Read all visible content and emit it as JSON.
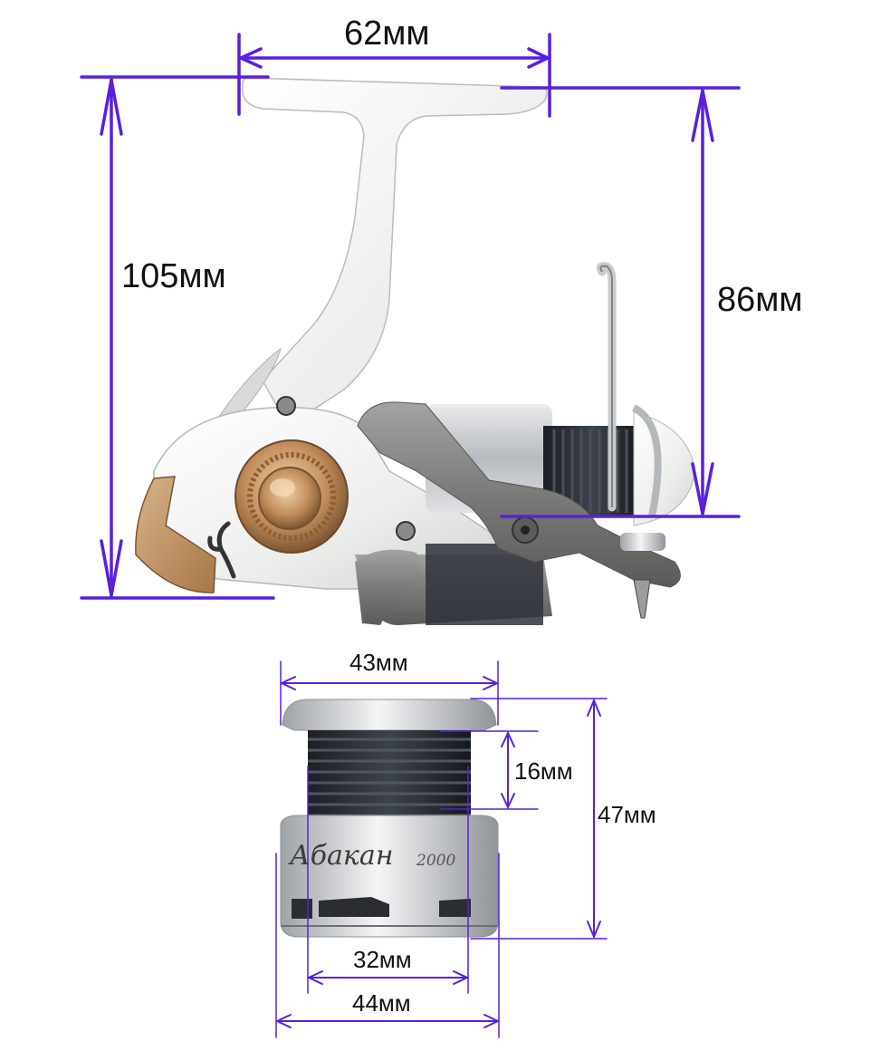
{
  "colors": {
    "dimension_line": "#5a1fe0",
    "body_white": "#f2f3f1",
    "gunmetal": "#7d7d7b",
    "bronze": "#c89a6a",
    "spool_dark": "#2b2f36",
    "spool_silver": "#c9cccf"
  },
  "reel": {
    "dimensions": {
      "width": "62мм",
      "height": "105мм",
      "rotor_height": "86мм"
    }
  },
  "spool": {
    "brand_text": "Абакан",
    "model_text": "2000",
    "dimensions": {
      "top_diameter": "43мм",
      "line_depth": "16мм",
      "total_height": "47мм",
      "core_diameter": "32мм",
      "bottom_diameter": "44мм"
    }
  }
}
